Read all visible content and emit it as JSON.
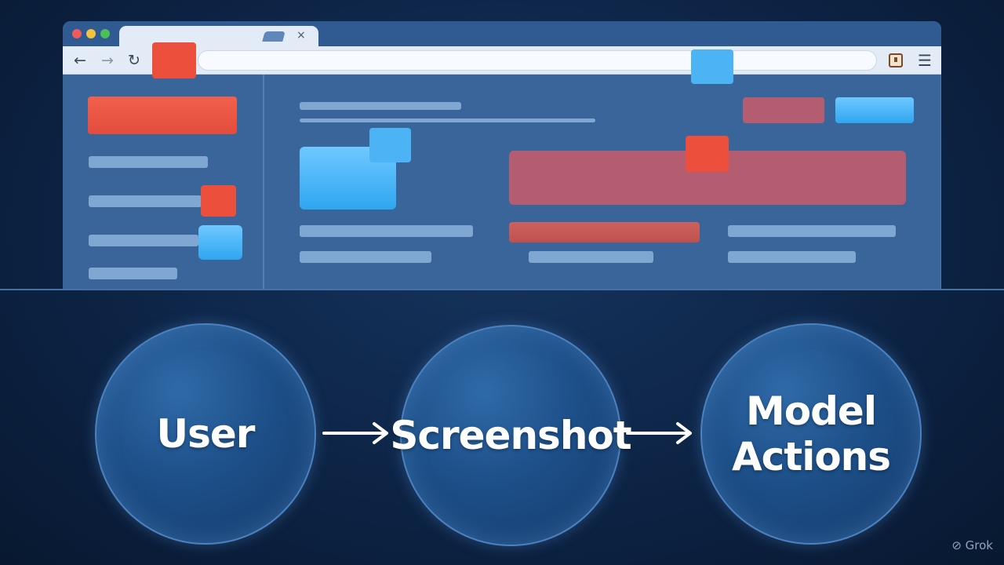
{
  "flow": {
    "steps": [
      {
        "label": "User"
      },
      {
        "label": "Screenshot"
      },
      {
        "label": "Model Actions"
      }
    ]
  },
  "watermark": "Grok",
  "browser": {
    "tab_close": "×"
  },
  "colors": {
    "marker_red": "#ec4f3c",
    "marker_blue": "#4cb4f4",
    "background": "#0d2446",
    "window": "#3a659b"
  },
  "icons": [
    "back-arrow-icon",
    "forward-arrow-icon",
    "reload-icon",
    "star-icon",
    "extension-icon",
    "menu-icon",
    "grok-logo-icon"
  ]
}
